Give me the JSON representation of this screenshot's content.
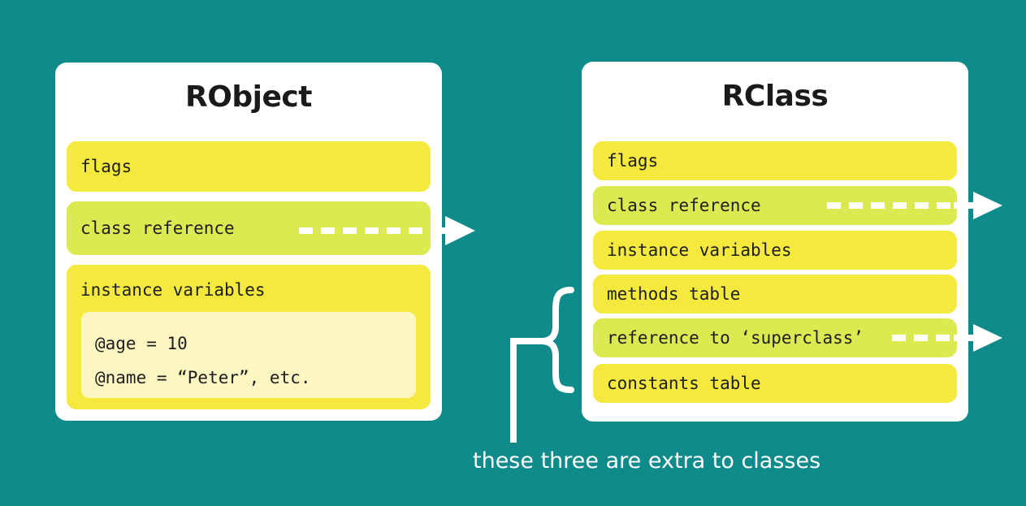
{
  "robject": {
    "title": "RObject",
    "fields": {
      "flags": "flags",
      "class_reference": "class reference",
      "instance_variables": "instance variables"
    },
    "ivars": [
      "@age = 10",
      "@name = “Peter”, etc."
    ]
  },
  "rclass": {
    "title": "RClass",
    "fields": {
      "flags": "flags",
      "class_reference": "class reference",
      "instance_variables": "instance variables",
      "methods_table": "methods table",
      "superclass_reference": "reference to ‘superclass’",
      "constants_table": "constants table"
    }
  },
  "annotation": {
    "caption": "these three are extra to classes"
  },
  "colors": {
    "background": "#0e8b8a",
    "card": "#ffffff",
    "field_yellow": "#f4e93c",
    "field_lime": "#dcea52",
    "ivar_box": "#fcf7c2"
  }
}
